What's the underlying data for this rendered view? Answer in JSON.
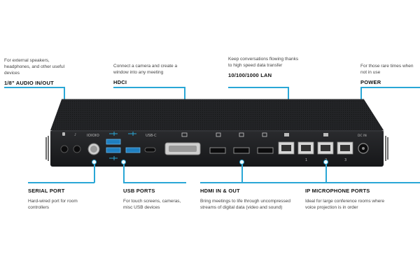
{
  "callouts": {
    "audio": {
      "desc": "For external speakers, headphones, and other useful devices",
      "title": "1/8\" AUDIO IN/OUT"
    },
    "hdci": {
      "desc": "Connect a camera and create a window into any meeting",
      "title": "HDCI"
    },
    "lan": {
      "desc": "Keep conversations flowing thanks to high speed data transfer",
      "title": "10/100/1000 LAN"
    },
    "power": {
      "desc": "For those rare times when not in use",
      "title": "POWER"
    },
    "serial": {
      "title": "SERIAL PORT",
      "desc": "Hard-wired port for room controllers"
    },
    "usb": {
      "title": "USB PORTS",
      "desc": "For touch screens, cameras, misc USB devices"
    },
    "hdmi": {
      "title": "HDMI IN & OUT",
      "desc": "Bring meetings to life through uncompressed streams of digital data (video and sound)"
    },
    "ipmic": {
      "title": "IP MICROPHONE PORTS",
      "desc": "Ideal for large conference rooms where voice projection is in order"
    }
  },
  "device": {
    "usbc_label": "USB-C",
    "serial_label": "IOIOIO",
    "lan_numbers": [
      "1",
      "2",
      "3"
    ],
    "power_label": "DC IN"
  },
  "colors": {
    "accent": "#2aa7d6",
    "device_body": "#1b1c1e"
  }
}
